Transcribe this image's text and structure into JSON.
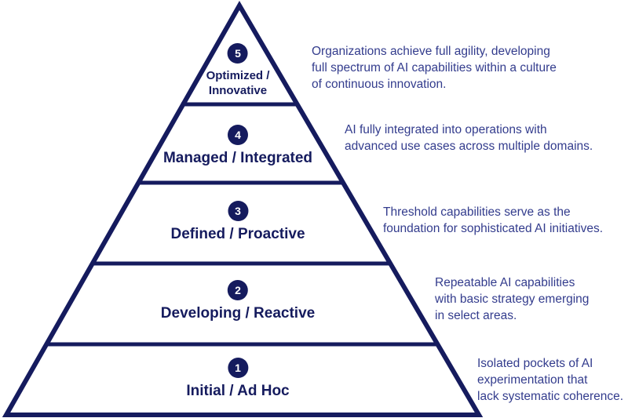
{
  "colors": {
    "navy": "#151b5e",
    "description_text": "#333c8d",
    "background": "#ffffff"
  },
  "pyramid": {
    "levels": [
      {
        "number": "5",
        "label": "Optimized /\nInnovative",
        "description": "Organizations achieve full agility, developing\nfull spectrum of AI capabilities within a culture\nof continuous innovation."
      },
      {
        "number": "4",
        "label": "Managed / Integrated",
        "description": "AI fully integrated into operations with\nadvanced use cases across multiple domains."
      },
      {
        "number": "3",
        "label": "Defined / Proactive",
        "description": "Threshold capabilities serve as the\nfoundation for sophisticated AI initiatives."
      },
      {
        "number": "2",
        "label": "Developing / Reactive",
        "description": "Repeatable AI capabilities\nwith basic strategy emerging\nin select areas."
      },
      {
        "number": "1",
        "label": "Initial / Ad Hoc",
        "description": "Isolated pockets of AI\nexperimentation that\nlack systematic coherence."
      }
    ]
  }
}
